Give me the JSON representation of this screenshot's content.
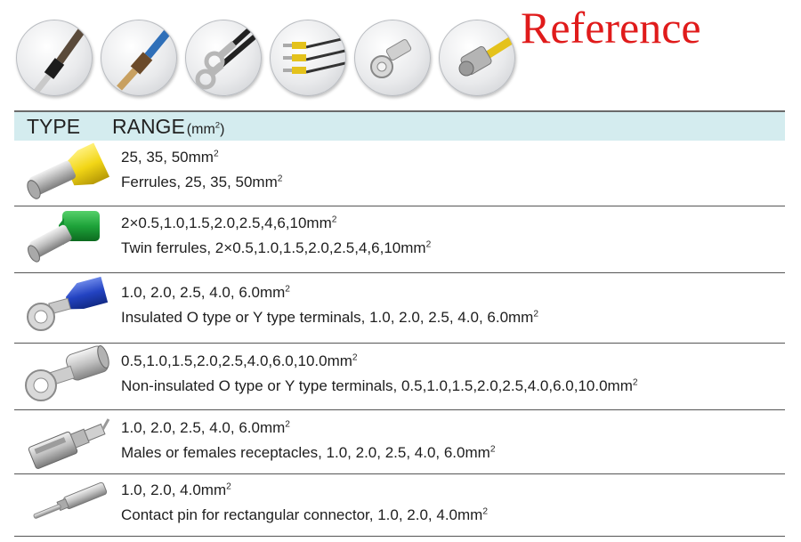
{
  "reference_title": "Reference",
  "header": {
    "type_label": "TYPE",
    "range_label": "RANGE",
    "range_unit": "(mm",
    "unit_sup": "2",
    "unit_close": ")"
  },
  "thumbnails": [
    {
      "icon": "ferrule-cable-icon"
    },
    {
      "icon": "twin-ferrule-cable-icon"
    },
    {
      "icon": "ring-terminal-cable-icon"
    },
    {
      "icon": "multi-terminal-cables-icon"
    },
    {
      "icon": "ring-lug-icon"
    },
    {
      "icon": "coax-connector-icon"
    }
  ],
  "rows": [
    {
      "icon": "yellow-ferrule-icon",
      "range": "25, 35, 50mm",
      "description": "Ferrules, 25, 35, 50mm",
      "sup": "2"
    },
    {
      "icon": "green-twin-ferrule-icon",
      "range": "2×0.5,1.0,1.5,2.0,2.5,4,6,10mm",
      "description": "Twin ferrules, 2×0.5,1.0,1.5,2.0,2.5,4,6,10mm",
      "sup": "2"
    },
    {
      "icon": "blue-insulated-ring-terminal-icon",
      "range": "1.0, 2.0, 2.5, 4.0, 6.0mm",
      "description": "Insulated O type or Y type terminals, 1.0, 2.0, 2.5, 4.0, 6.0mm",
      "sup": "2"
    },
    {
      "icon": "non-insulated-ring-terminal-icon",
      "range": "0.5,1.0,1.5,2.0,2.5,4.0,6.0,10.0mm",
      "description": "Non-insulated O type or Y type terminals, 0.5,1.0,1.5,2.0,2.5,4.0,6.0,10.0mm",
      "sup": "2"
    },
    {
      "icon": "receptacle-terminal-icon",
      "range": "1.0, 2.0, 2.5, 4.0, 6.0mm",
      "description": "Males or females receptacles, 1.0, 2.0, 2.5, 4.0, 6.0mm",
      "sup": "2"
    },
    {
      "icon": "contact-pin-icon",
      "range": "1.0, 2.0, 4.0mm",
      "description": "Contact pin for rectangular connector, 1.0, 2.0, 4.0mm",
      "sup": "2"
    }
  ]
}
